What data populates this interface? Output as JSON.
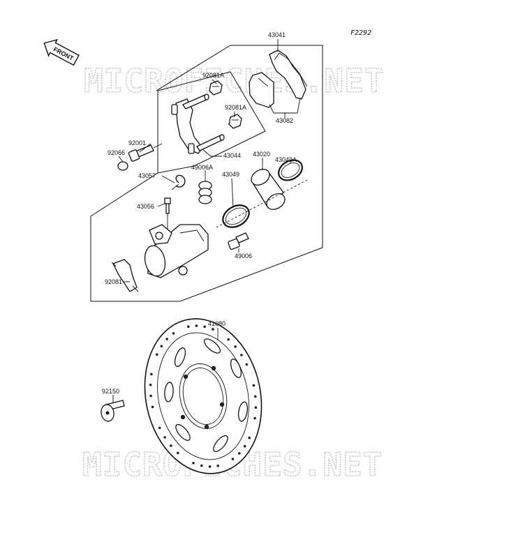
{
  "diagram": {
    "code": "F2292",
    "front_label": "FRONT",
    "watermark": "MICROFICHES.NET",
    "labels": {
      "p43041": "43041",
      "p92081A_1": "92081A",
      "p92081A_2": "92081A",
      "p43082": "43082",
      "p92001": "92001",
      "p92066": "92066",
      "p43044": "43044",
      "p43057": "43057",
      "p43056": "43056",
      "p49006A": "49006A",
      "p43049": "43049",
      "p43020": "43020",
      "p43049A": "43049A",
      "p49006": "49006",
      "p92081": "92081",
      "p41080": "41080",
      "p92150": "92150"
    }
  }
}
